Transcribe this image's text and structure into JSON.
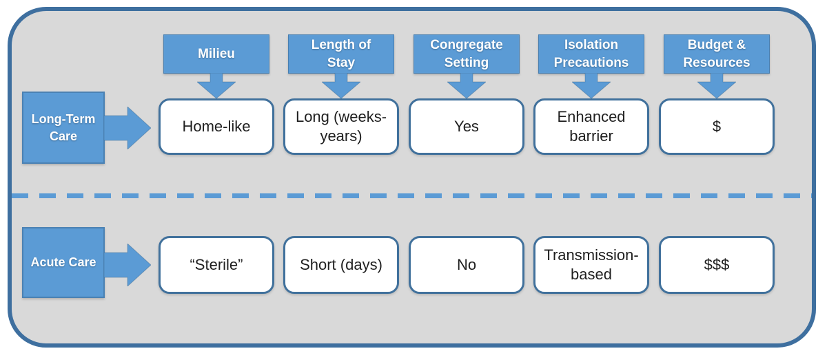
{
  "colors": {
    "accent_blue": "#5b9bd5",
    "accent_dark_blue": "#41719c",
    "panel_gray": "#d9d9d9",
    "value_text": "#1f1f1f",
    "header_text": "#ffffff"
  },
  "columns": [
    {
      "id": "milieu",
      "label": "Milieu"
    },
    {
      "id": "length-of-stay",
      "label": "Length of Stay"
    },
    {
      "id": "congregate-setting",
      "label": "Congregate Setting"
    },
    {
      "id": "isolation-precautions",
      "label": "Isolation Precautions"
    },
    {
      "id": "budget-resources",
      "label": "Budget & Resources"
    }
  ],
  "rows": [
    {
      "id": "long-term-care",
      "label": "Long-Term Care",
      "values": [
        "Home-like",
        "Long (weeks-years)",
        "Yes",
        "Enhanced barrier",
        "$"
      ]
    },
    {
      "id": "acute-care",
      "label": "Acute Care",
      "values": [
        "“Sterile”",
        "Short (days)",
        "No",
        "Transmission-based",
        "$$$"
      ]
    }
  ]
}
